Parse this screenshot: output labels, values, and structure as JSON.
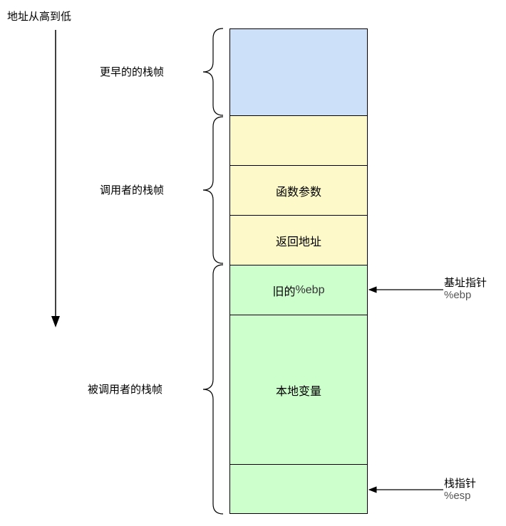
{
  "direction_label": "地址从高到低",
  "frames": {
    "earlier": "更早的的栈帧",
    "caller": "调用者的栈帧",
    "callee": "被调用者的栈帧"
  },
  "cells": {
    "earlier_frame": "",
    "caller_blank": "",
    "function_args": "函数参数",
    "return_address": "返回地址",
    "old_ebp_prefix": "旧的",
    "old_ebp_reg": "%ebp",
    "local_vars": "本地变量",
    "stack_bottom": ""
  },
  "pointers": {
    "base_pointer_label": "基址指针",
    "base_pointer_reg": "%ebp",
    "stack_pointer_label": "栈指针",
    "stack_pointer_reg": "%esp"
  },
  "colors": {
    "earlier": "#cce0fa",
    "caller": "#fdf9c8",
    "callee": "#ccffcc"
  }
}
